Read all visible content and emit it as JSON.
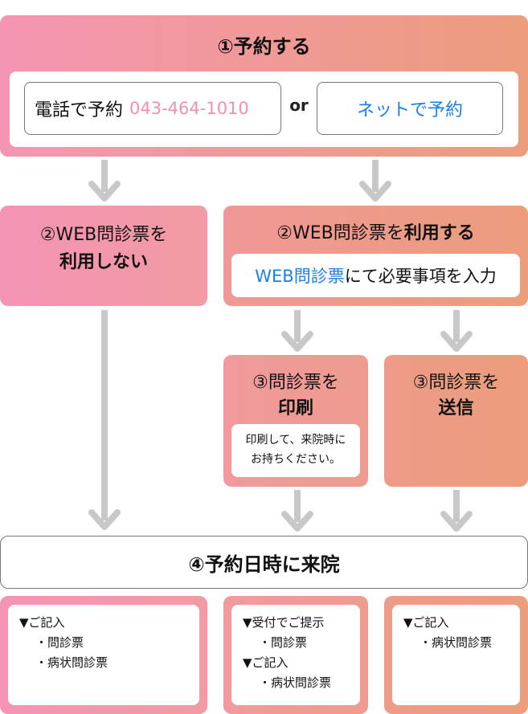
{
  "step1": {
    "title": "①予約する",
    "phone_prefix": "電話で予約",
    "phone_number": "043-464-1010",
    "or": "or",
    "net": "ネットで予約"
  },
  "step2_no": {
    "line1": "②WEB問診票を",
    "line2": "利用しない"
  },
  "step2_yes": {
    "title_prefix": "②WEB問診票を",
    "title_bold": "利用する",
    "instruction_link": "WEB問診票",
    "instruction_rest": "にて必要事項を入力"
  },
  "step3_print": {
    "line1": "③問診票を",
    "line2": "印刷",
    "note_line1": "印刷して、来院時に",
    "note_line2": "お持ちください。"
  },
  "step3_send": {
    "line1": "③問診票を",
    "line2": "送信"
  },
  "step4": {
    "title": "④予約日時に来院"
  },
  "bottom": {
    "left": {
      "head": "▼ご記入",
      "items": [
        "・問診票",
        "・病状問診票"
      ]
    },
    "mid": {
      "head1": "▼受付でご提示",
      "item1": "・問診票",
      "head2": "▼ご記入",
      "item2": "・病状問診票"
    },
    "right": {
      "head": "▼ご記入",
      "items": [
        "・病状問診票"
      ]
    }
  },
  "colors": {
    "link_blue": "#1a7fe6",
    "phone_pink": "#f28fb1",
    "arrow_gray": "#c8c8c8"
  }
}
